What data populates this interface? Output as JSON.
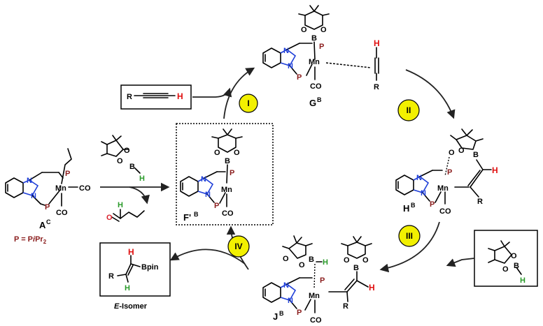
{
  "compounds": {
    "A": {
      "label": "A",
      "sup": "C"
    },
    "F": {
      "label": "F'",
      "sup": "B"
    },
    "G": {
      "label": "G",
      "sup": "B"
    },
    "H": {
      "label": "H",
      "sup": "B"
    },
    "J": {
      "label": "J",
      "sup": "B"
    }
  },
  "steps": [
    "I",
    "II",
    "III",
    "IV"
  ],
  "atoms": {
    "mn": "Mn",
    "n": "N",
    "p": "P",
    "co": "CO",
    "b": "B",
    "o": "O",
    "h": "H",
    "r": "R"
  },
  "ligand_def": "P = PiPr₂",
  "ligand_def_parts": {
    "pre": "P = P",
    "ital": "i",
    "post": "Pr",
    "sub": "2"
  },
  "alkyne_box": {
    "r": "R",
    "h": "H"
  },
  "product": {
    "bpin": "Bpin",
    "r": "R",
    "h": "H",
    "caption": "E-Isomer",
    "cap_ital": "E",
    "cap_rest": "-Isomer"
  },
  "colors": {
    "yellow": "#f2f000",
    "n": "#1f3fd8",
    "p": "#8a1c1c",
    "o": "#d8202a",
    "h_green": "#2a9a2a",
    "h_red": "#e01010"
  }
}
